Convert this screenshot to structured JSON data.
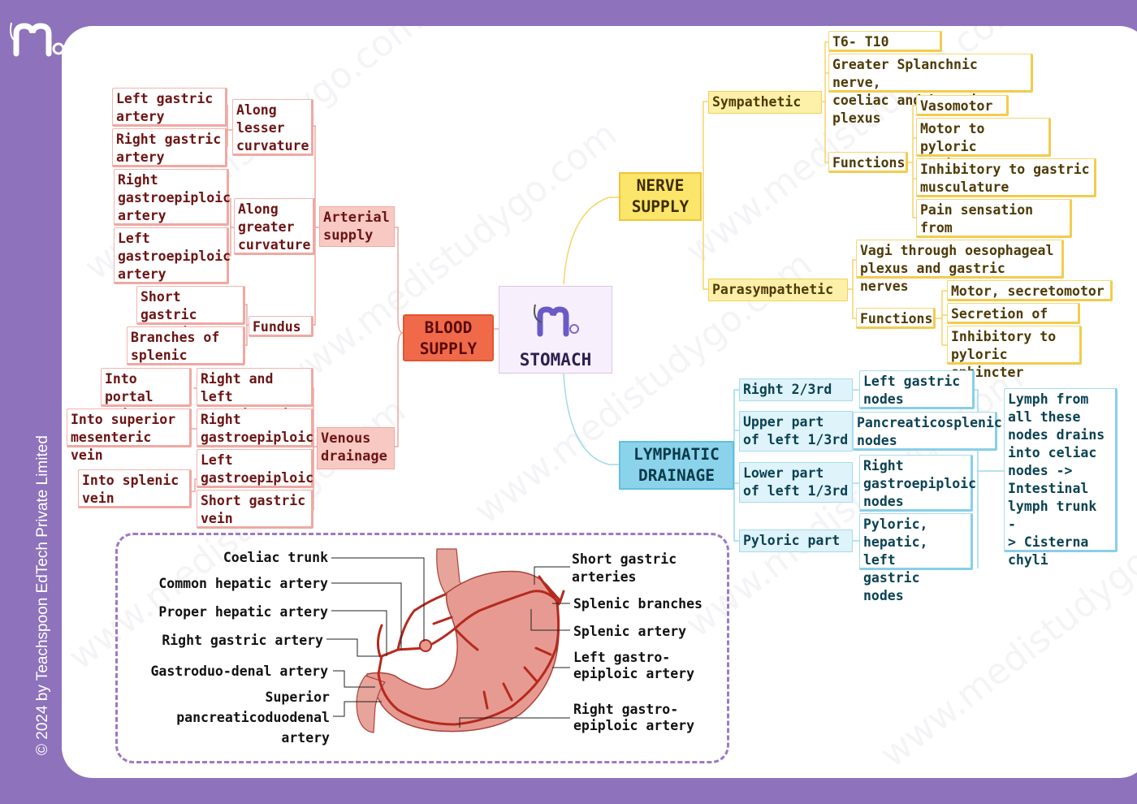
{
  "copyright": "© 2024 by Teachspoon EdTech Private Limited",
  "watermark": "www.medistudygo.com",
  "center": {
    "title": "STOMACH"
  },
  "blood_supply": {
    "title": "BLOOD\nSUPPLY",
    "arterial": {
      "title": "Arterial\nsupply",
      "lesser": {
        "title": "Along\nlesser\ncurvature",
        "items": [
          "Left gastric\nartery",
          "Right gastric\nartery"
        ]
      },
      "greater": {
        "title": "Along\ngreater\ncurvature",
        "items": [
          "Right\ngastroepiploic\n artery",
          "Left\ngastroepiploic\n artery"
        ]
      },
      "fundus": {
        "title": "Fundus",
        "items": [
          "Short gastric\narteries",
          "Branches of\nsplenic artery"
        ]
      }
    },
    "venous": {
      "title": "Venous\ndrainage",
      "veins": [
        "Right and left\ngastric vein",
        "Right\ngastroepiploic",
        "Left\ngastroepiploic",
        "Short gastric\nvein"
      ],
      "targets": [
        "Into\nportal vein",
        "Into superior\nmesenteric vein",
        "Into splenic\nvein"
      ]
    }
  },
  "nerve_supply": {
    "title": "NERVE\nSUPPLY",
    "sympathetic": {
      "title": "Sympathetic",
      "items": [
        "T6- T10",
        "Greater Splanchnic nerve,\ncoeliac and hepatic plexus"
      ],
      "functions_label": "Functions",
      "functions": [
        "Vasomotor",
        "Motor to pyloric\nsphincter",
        "Inhibitory to gastric\nmusculature",
        "Pain sensation from\nstomach"
      ]
    },
    "parasympathetic": {
      "title": "Parasympathetic",
      "items": [
        "Vagi through oesophageal\nplexus and gastric nerves"
      ],
      "functions_label": "Functions",
      "functions": [
        "Motor, secretomotor",
        "Secretion of HCl",
        "Inhibitory to\npyloric sphincter"
      ]
    }
  },
  "lymphatic": {
    "title": "LYMPHATIC\nDRAINAGE",
    "regions": [
      "Right 2/3rd",
      "Upper part\nof left 1/3rd",
      "Lower part\nof left 1/3rd",
      "Pyloric part"
    ],
    "nodes": [
      "Left gastric\nnodes",
      "Pancreaticosplenic\nnodes",
      "Right\ngastroepiploic\n nodes",
      "Pyloric,\nhepatic, left\ngastric nodes"
    ],
    "summary": "Lymph from\nall these\nnodes drains\ninto celiac\nnodes ->\nIntestinal\nlymph trunk -\n> Cisterna\nchyli"
  },
  "figure": {
    "left_labels": [
      "Coeliac trunk",
      "Common hepatic artery",
      "Proper hepatic artery",
      "Right gastric artery",
      "Gastroduo-denal artery",
      "Superior\npancreaticoduodenal\nartery"
    ],
    "right_labels": [
      "Short gastric\narteries",
      "Splenic branches",
      "Splenic artery",
      "Left gastro-\nepiploic artery",
      "Right gastro-\nepiploic artery"
    ]
  },
  "colors": {
    "background": "#8e72bb",
    "red": "#f06a4a",
    "yellow": "#fbe56a",
    "blue": "#8bd3ea",
    "artery": "#b52a1e",
    "stomach": "#e79a92"
  }
}
